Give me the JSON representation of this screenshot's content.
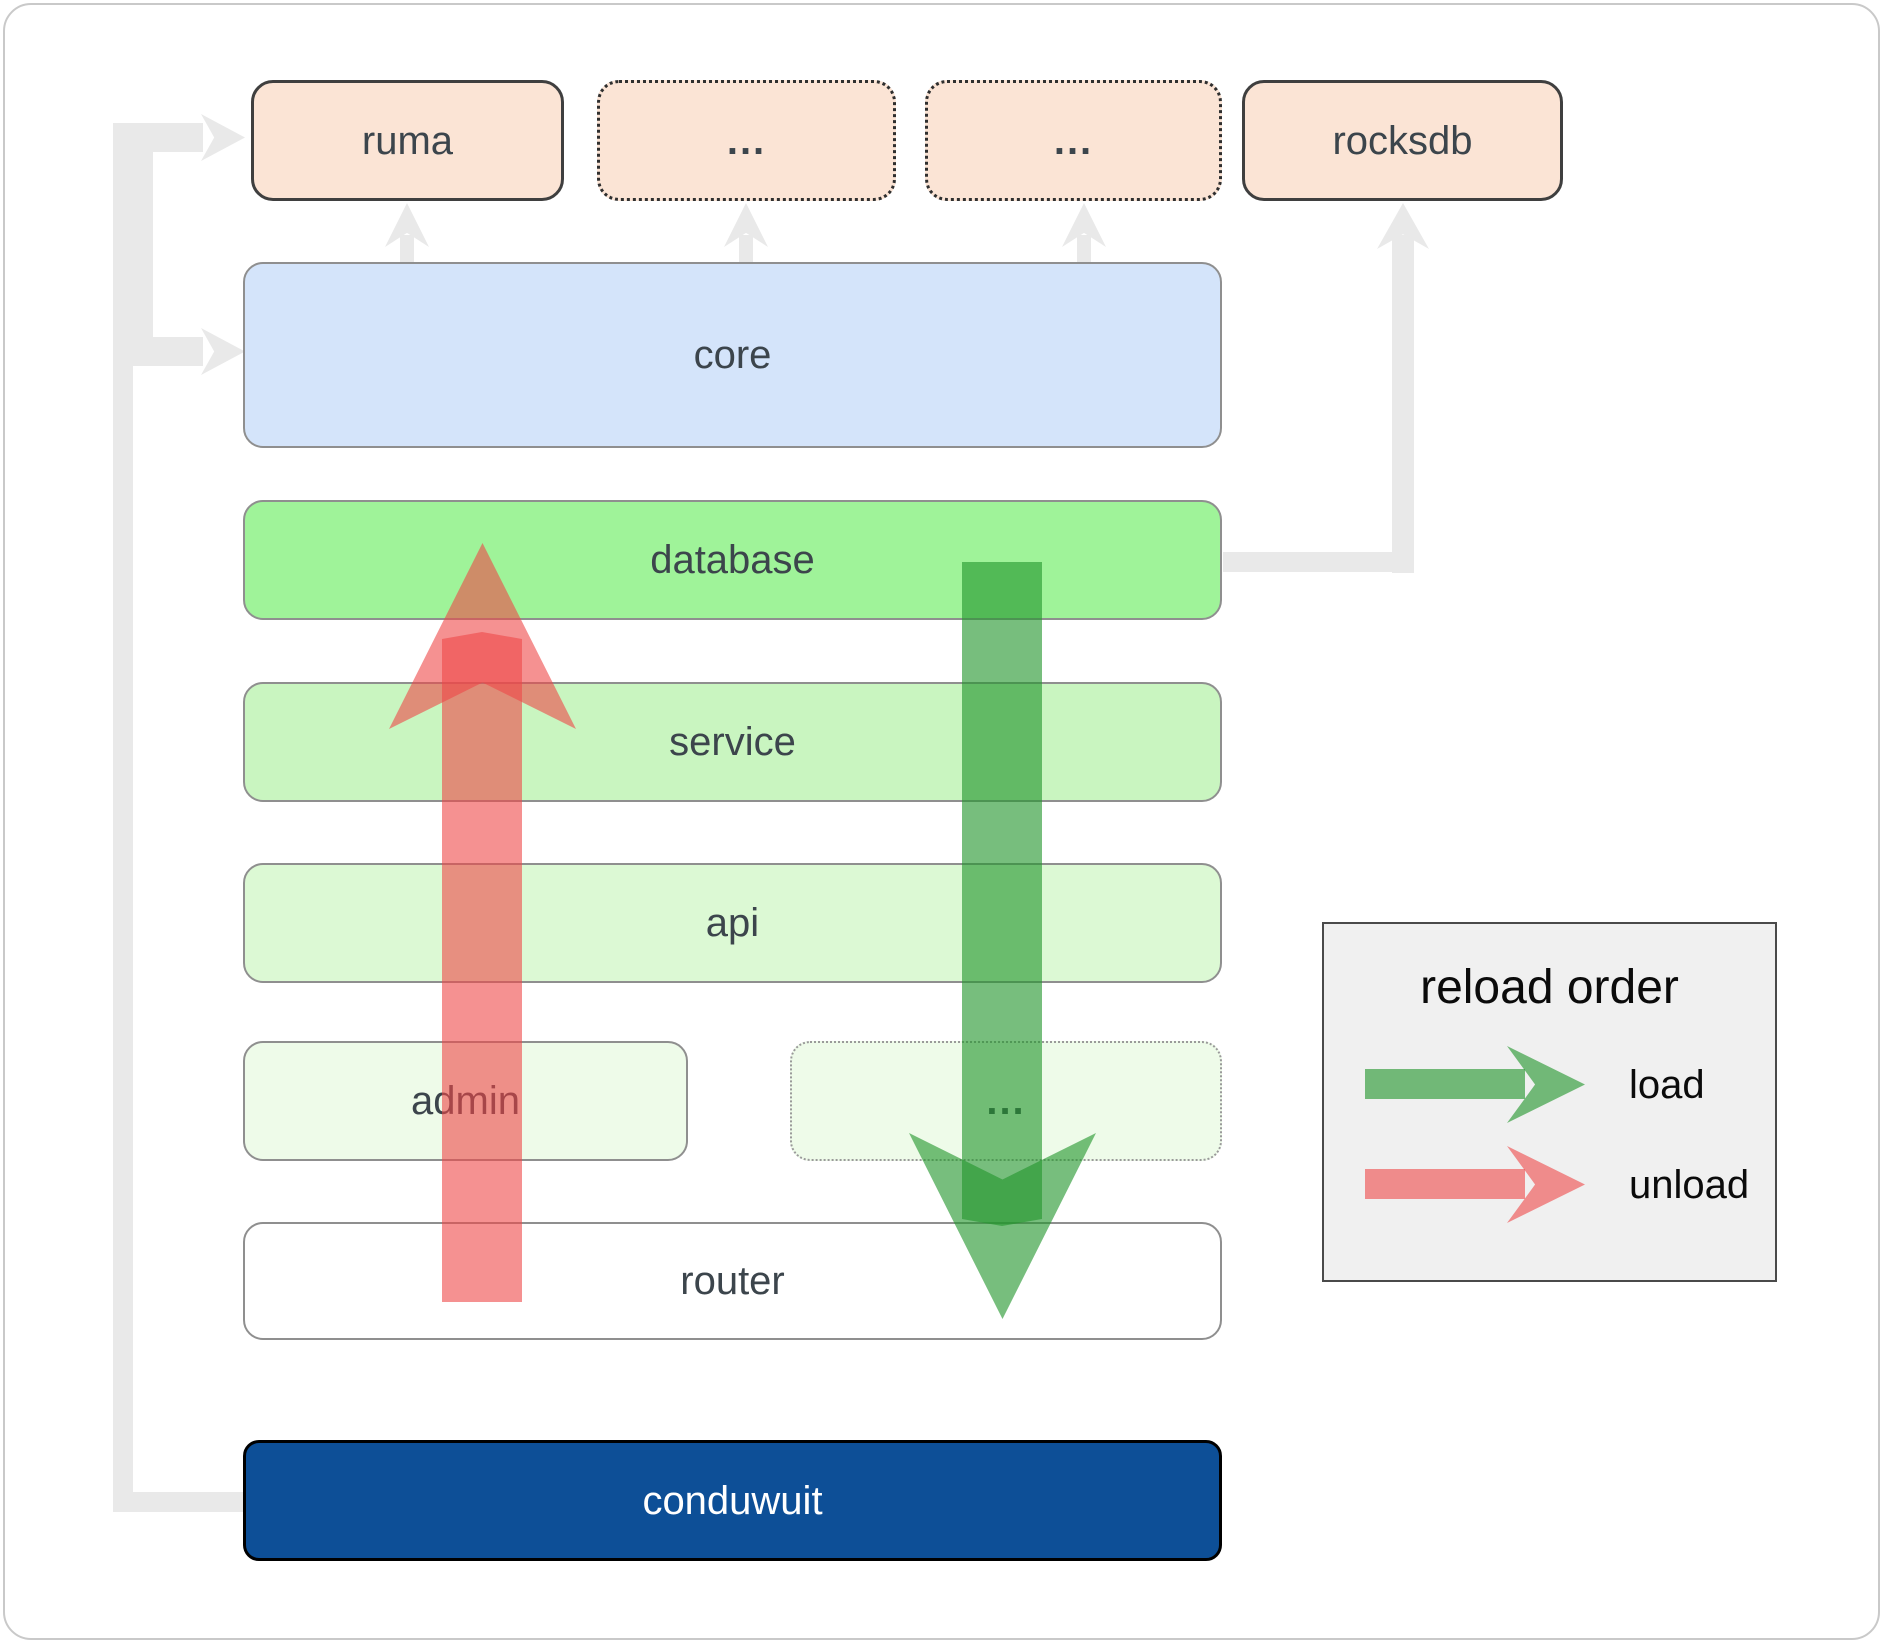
{
  "labels": {
    "ruma": "ruma",
    "ellipsis": "...",
    "rocksdb": "rocksdb",
    "core": "core",
    "database": "database",
    "service": "service",
    "api": "api",
    "admin": "admin",
    "router": "router",
    "conduwuit": "conduwuit"
  },
  "legend": {
    "title": "reload order",
    "load": "load",
    "unload": "unload"
  },
  "colors": {
    "peach": "#fbe4d5",
    "core_blue": "#d4e4fa",
    "database_green": "#9ff399",
    "service_green": "#c9f5c0",
    "api_green": "#dcf9d4",
    "admin_green": "#eefbe9",
    "conduwuit_blue": "#0d4f97",
    "connector_gray": "#e9e9e9",
    "legend_bg": "#f0f0f0",
    "label_text": "#3c454c",
    "load_arrow": "rgba(35,150,45,0.62)",
    "unload_arrow": "rgba(238,72,72,0.60)"
  }
}
